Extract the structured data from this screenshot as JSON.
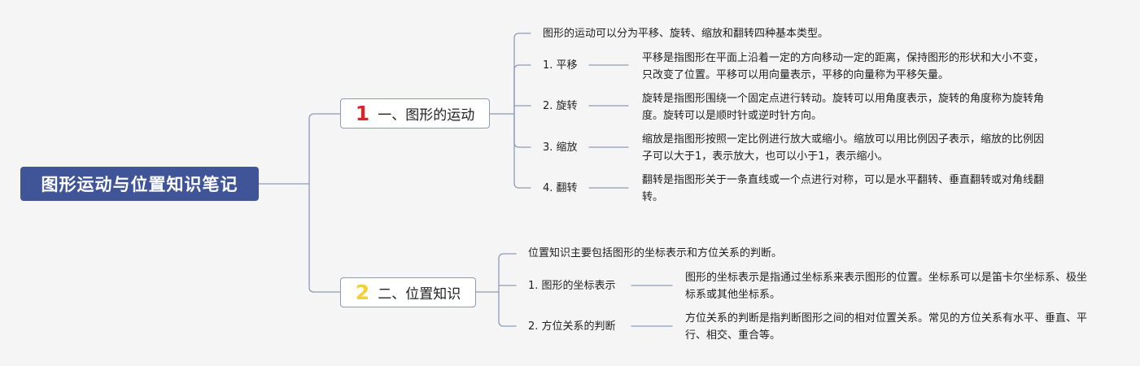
{
  "root": {
    "title": "图形运动与位置知识笔记"
  },
  "topics": [
    {
      "number": "1",
      "title": "一、图形的运动",
      "intro": "图形的运动可以分为平移、旋转、缩放和翻转四种基本类型。",
      "items": [
        {
          "label": "1. 平移",
          "desc": "平移是指图形在平面上沿着一定的方向移动一定的距离，保持图形的形状和大小不变，只改变了位置。平移可以用向量表示，平移的向量称为平移矢量。"
        },
        {
          "label": "2. 旋转",
          "desc": "旋转是指图形围绕一个固定点进行转动。旋转可以用角度表示，旋转的角度称为旋转角度。旋转可以是顺时针或逆时针方向。"
        },
        {
          "label": "3. 缩放",
          "desc": "缩放是指图形按照一定比例进行放大或缩小。缩放可以用比例因子表示，缩放的比例因子可以大于1，表示放大，也可以小于1，表示缩小。"
        },
        {
          "label": "4. 翻转",
          "desc": "翻转是指图形关于一条直线或一个点进行对称，可以是水平翻转、垂直翻转或对角线翻转。"
        }
      ]
    },
    {
      "number": "2",
      "title": "二、位置知识",
      "intro": "位置知识主要包括图形的坐标表示和方位关系的判断。",
      "items": [
        {
          "label": "1. 图形的坐标表示",
          "desc": "图形的坐标表示是指通过坐标系来表示图形的位置。坐标系可以是笛卡尔坐标系、极坐标系或其他坐标系。"
        },
        {
          "label": "2. 方位关系的判断",
          "desc": "方位关系的判断是指判断图形之间的相对位置关系。常见的方位关系有水平、垂直、平行、相交、重合等。"
        }
      ]
    }
  ],
  "colors": {
    "root_fill": "#3f5598",
    "topic_border": "#8f9ab8",
    "connector": "#8f9ab8",
    "number_1": "#d9252b",
    "number_2": "#f3ce35"
  }
}
